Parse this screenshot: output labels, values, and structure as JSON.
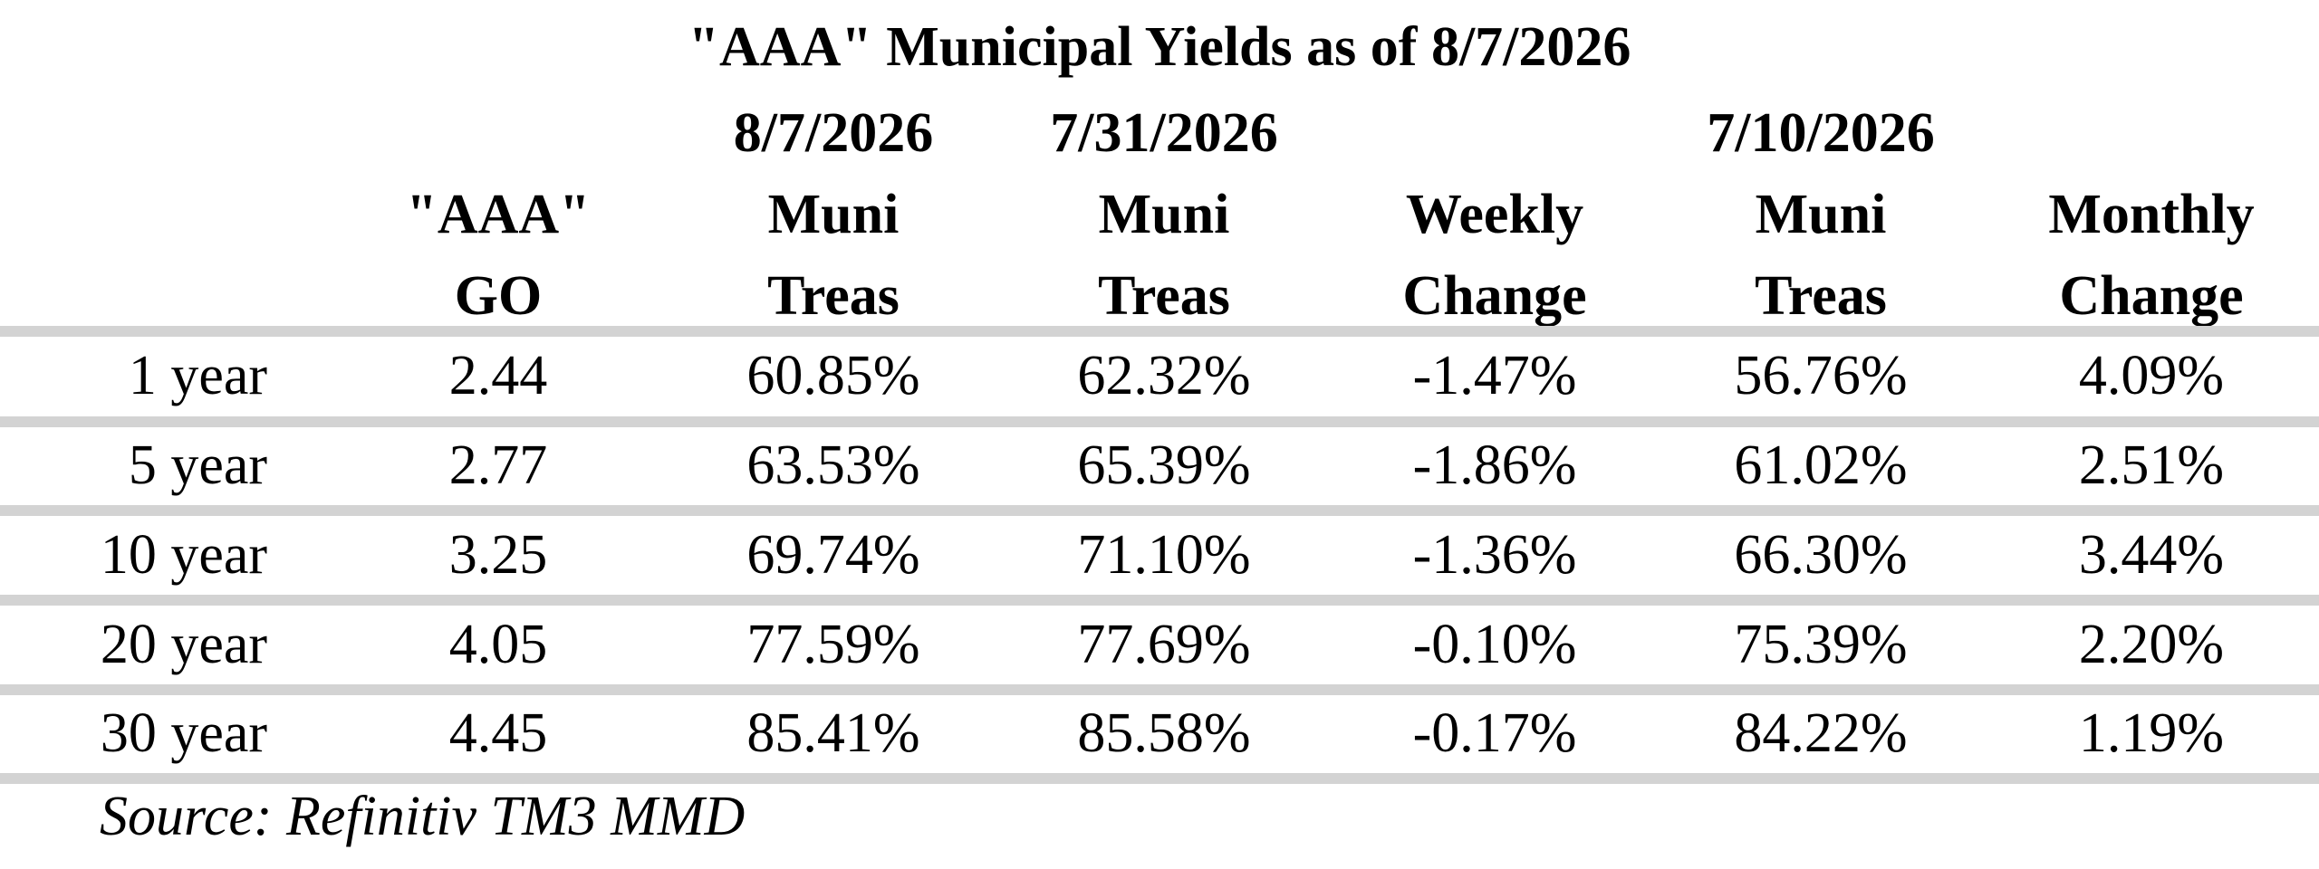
{
  "chart_data": {
    "type": "table",
    "title": "\"AAA\" Municipal Yields as of 8/7/2026",
    "columns": [
      {
        "date": "",
        "line1": "\"AAA\"",
        "line2": "GO"
      },
      {
        "date": "8/7/2026",
        "line1": "Muni",
        "line2": "Treas"
      },
      {
        "date": "7/31/2026",
        "line1": "Muni",
        "line2": "Treas"
      },
      {
        "date": "",
        "line1": "Weekly",
        "line2": "Change"
      },
      {
        "date": "7/10/2026",
        "line1": "Muni",
        "line2": "Treas"
      },
      {
        "date": "",
        "line1": "Monthly",
        "line2": "Change"
      }
    ],
    "rows": [
      {
        "label": "1 year",
        "cells": [
          "2.44",
          "60.85%",
          "62.32%",
          "-1.47%",
          "56.76%",
          "4.09%"
        ]
      },
      {
        "label": "5 year",
        "cells": [
          "2.77",
          "63.53%",
          "65.39%",
          "-1.86%",
          "61.02%",
          "2.51%"
        ]
      },
      {
        "label": "10 year",
        "cells": [
          "3.25",
          "69.74%",
          "71.10%",
          "-1.36%",
          "66.30%",
          "3.44%"
        ]
      },
      {
        "label": "20 year",
        "cells": [
          "4.05",
          "77.59%",
          "77.69%",
          "-0.10%",
          "75.39%",
          "2.20%"
        ]
      },
      {
        "label": "30 year",
        "cells": [
          "4.45",
          "85.41%",
          "85.58%",
          "-0.17%",
          "84.22%",
          "1.19%"
        ]
      }
    ],
    "source": "Source: Refinitiv TM3 MMD",
    "colors": {
      "rule": "#d3d3d3",
      "text": "#000000",
      "background": "#ffffff"
    }
  }
}
